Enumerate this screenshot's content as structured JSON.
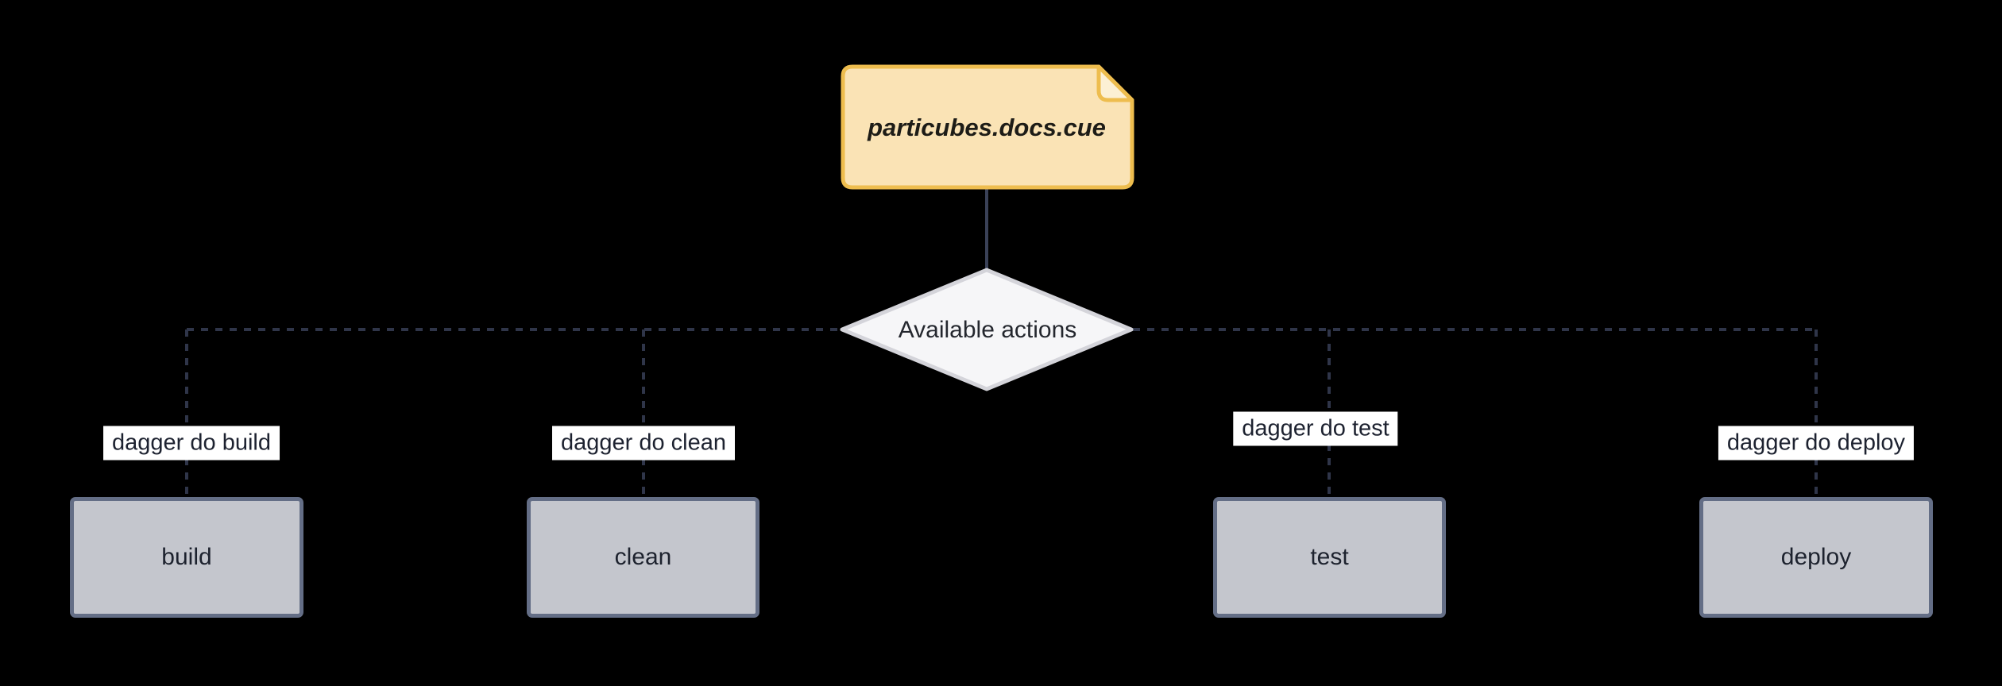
{
  "diagram": {
    "file_node": {
      "label": "particubes.docs.cue"
    },
    "decision_node": {
      "label": "Available actions"
    },
    "edges": [
      {
        "label": "dagger do build"
      },
      {
        "label": "dagger do clean"
      },
      {
        "label": "dagger do test"
      },
      {
        "label": "dagger do deploy"
      }
    ],
    "action_nodes": [
      {
        "label": "build"
      },
      {
        "label": "clean"
      },
      {
        "label": "test"
      },
      {
        "label": "deploy"
      }
    ],
    "colors": {
      "background": "#000000",
      "file_node_fill": "#fae3b5",
      "file_node_border": "#eebd4e",
      "file_fold_fill": "#fcf0d4",
      "decision_fill": "#f6f6f8",
      "decision_border": "#d4d4da",
      "action_fill": "#c4c6cd",
      "action_border": "#646e86",
      "edge_dashed": "#2f3549",
      "edge_solid": "#3a4157",
      "edge_label_bg": "#ffffff",
      "text_dark": "#1e2433"
    }
  }
}
